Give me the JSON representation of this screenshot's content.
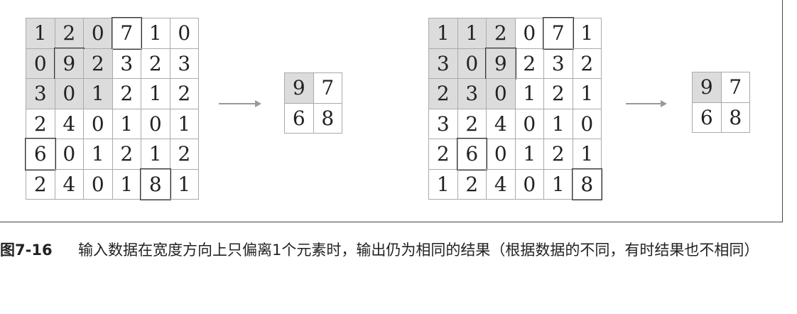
{
  "left_input": {
    "rows": [
      [
        1,
        2,
        0,
        7,
        1,
        0
      ],
      [
        0,
        9,
        2,
        3,
        2,
        3
      ],
      [
        3,
        0,
        1,
        2,
        1,
        2
      ],
      [
        2,
        4,
        0,
        1,
        0,
        1
      ],
      [
        6,
        0,
        1,
        2,
        1,
        2
      ],
      [
        2,
        4,
        0,
        1,
        8,
        1
      ]
    ],
    "shaded_window": {
      "row": 0,
      "col": 0,
      "size": 3
    },
    "max_cells": [
      [
        0,
        3
      ],
      [
        1,
        1
      ],
      [
        4,
        0
      ],
      [
        5,
        4
      ]
    ]
  },
  "left_output": {
    "rows": [
      [
        9,
        7
      ],
      [
        6,
        8
      ]
    ],
    "shaded": [
      [
        0,
        0
      ]
    ]
  },
  "right_input": {
    "rows": [
      [
        1,
        1,
        2,
        0,
        7,
        1
      ],
      [
        3,
        0,
        9,
        2,
        3,
        2
      ],
      [
        2,
        3,
        0,
        1,
        2,
        1
      ],
      [
        3,
        2,
        4,
        0,
        1,
        0
      ],
      [
        2,
        6,
        0,
        1,
        2,
        1
      ],
      [
        1,
        2,
        4,
        0,
        1,
        8
      ]
    ],
    "shaded_window": {
      "row": 0,
      "col": 0,
      "size": 3
    },
    "max_cells": [
      [
        0,
        4
      ],
      [
        1,
        2
      ],
      [
        4,
        1
      ],
      [
        5,
        5
      ]
    ]
  },
  "right_output": {
    "rows": [
      [
        9,
        7
      ],
      [
        6,
        8
      ]
    ],
    "shaded": [
      [
        0,
        0
      ]
    ]
  },
  "caption": {
    "label": "图7-16",
    "text": "输入数据在宽度方向上只偏离1个元素时，输出仍为相同的结果（根据数据的不同，有时结果也不相同）"
  }
}
